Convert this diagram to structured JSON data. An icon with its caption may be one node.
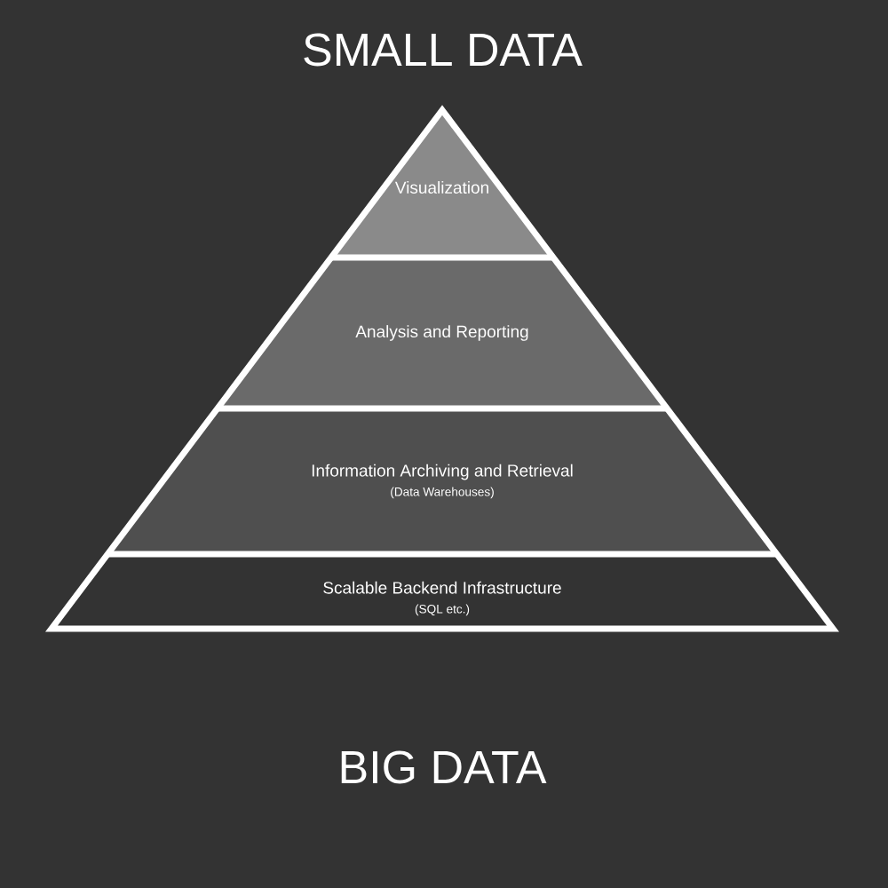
{
  "diagram": {
    "nodes": [
      {
        "text": [
          "Visualization"
        ]
      },
      {
        "text": [
          "Analysis and Reporting"
        ]
      },
      {
        "text": [
          "Information Archiving and Retrieval",
          "(Data Warehouses)"
        ]
      },
      {
        "text": [
          "Scalable Backend Infrastructure",
          "(SQL etc.)"
        ]
      }
    ],
    "labels": [
      "SMALL DATA",
      "BIG DATA"
    ]
  }
}
